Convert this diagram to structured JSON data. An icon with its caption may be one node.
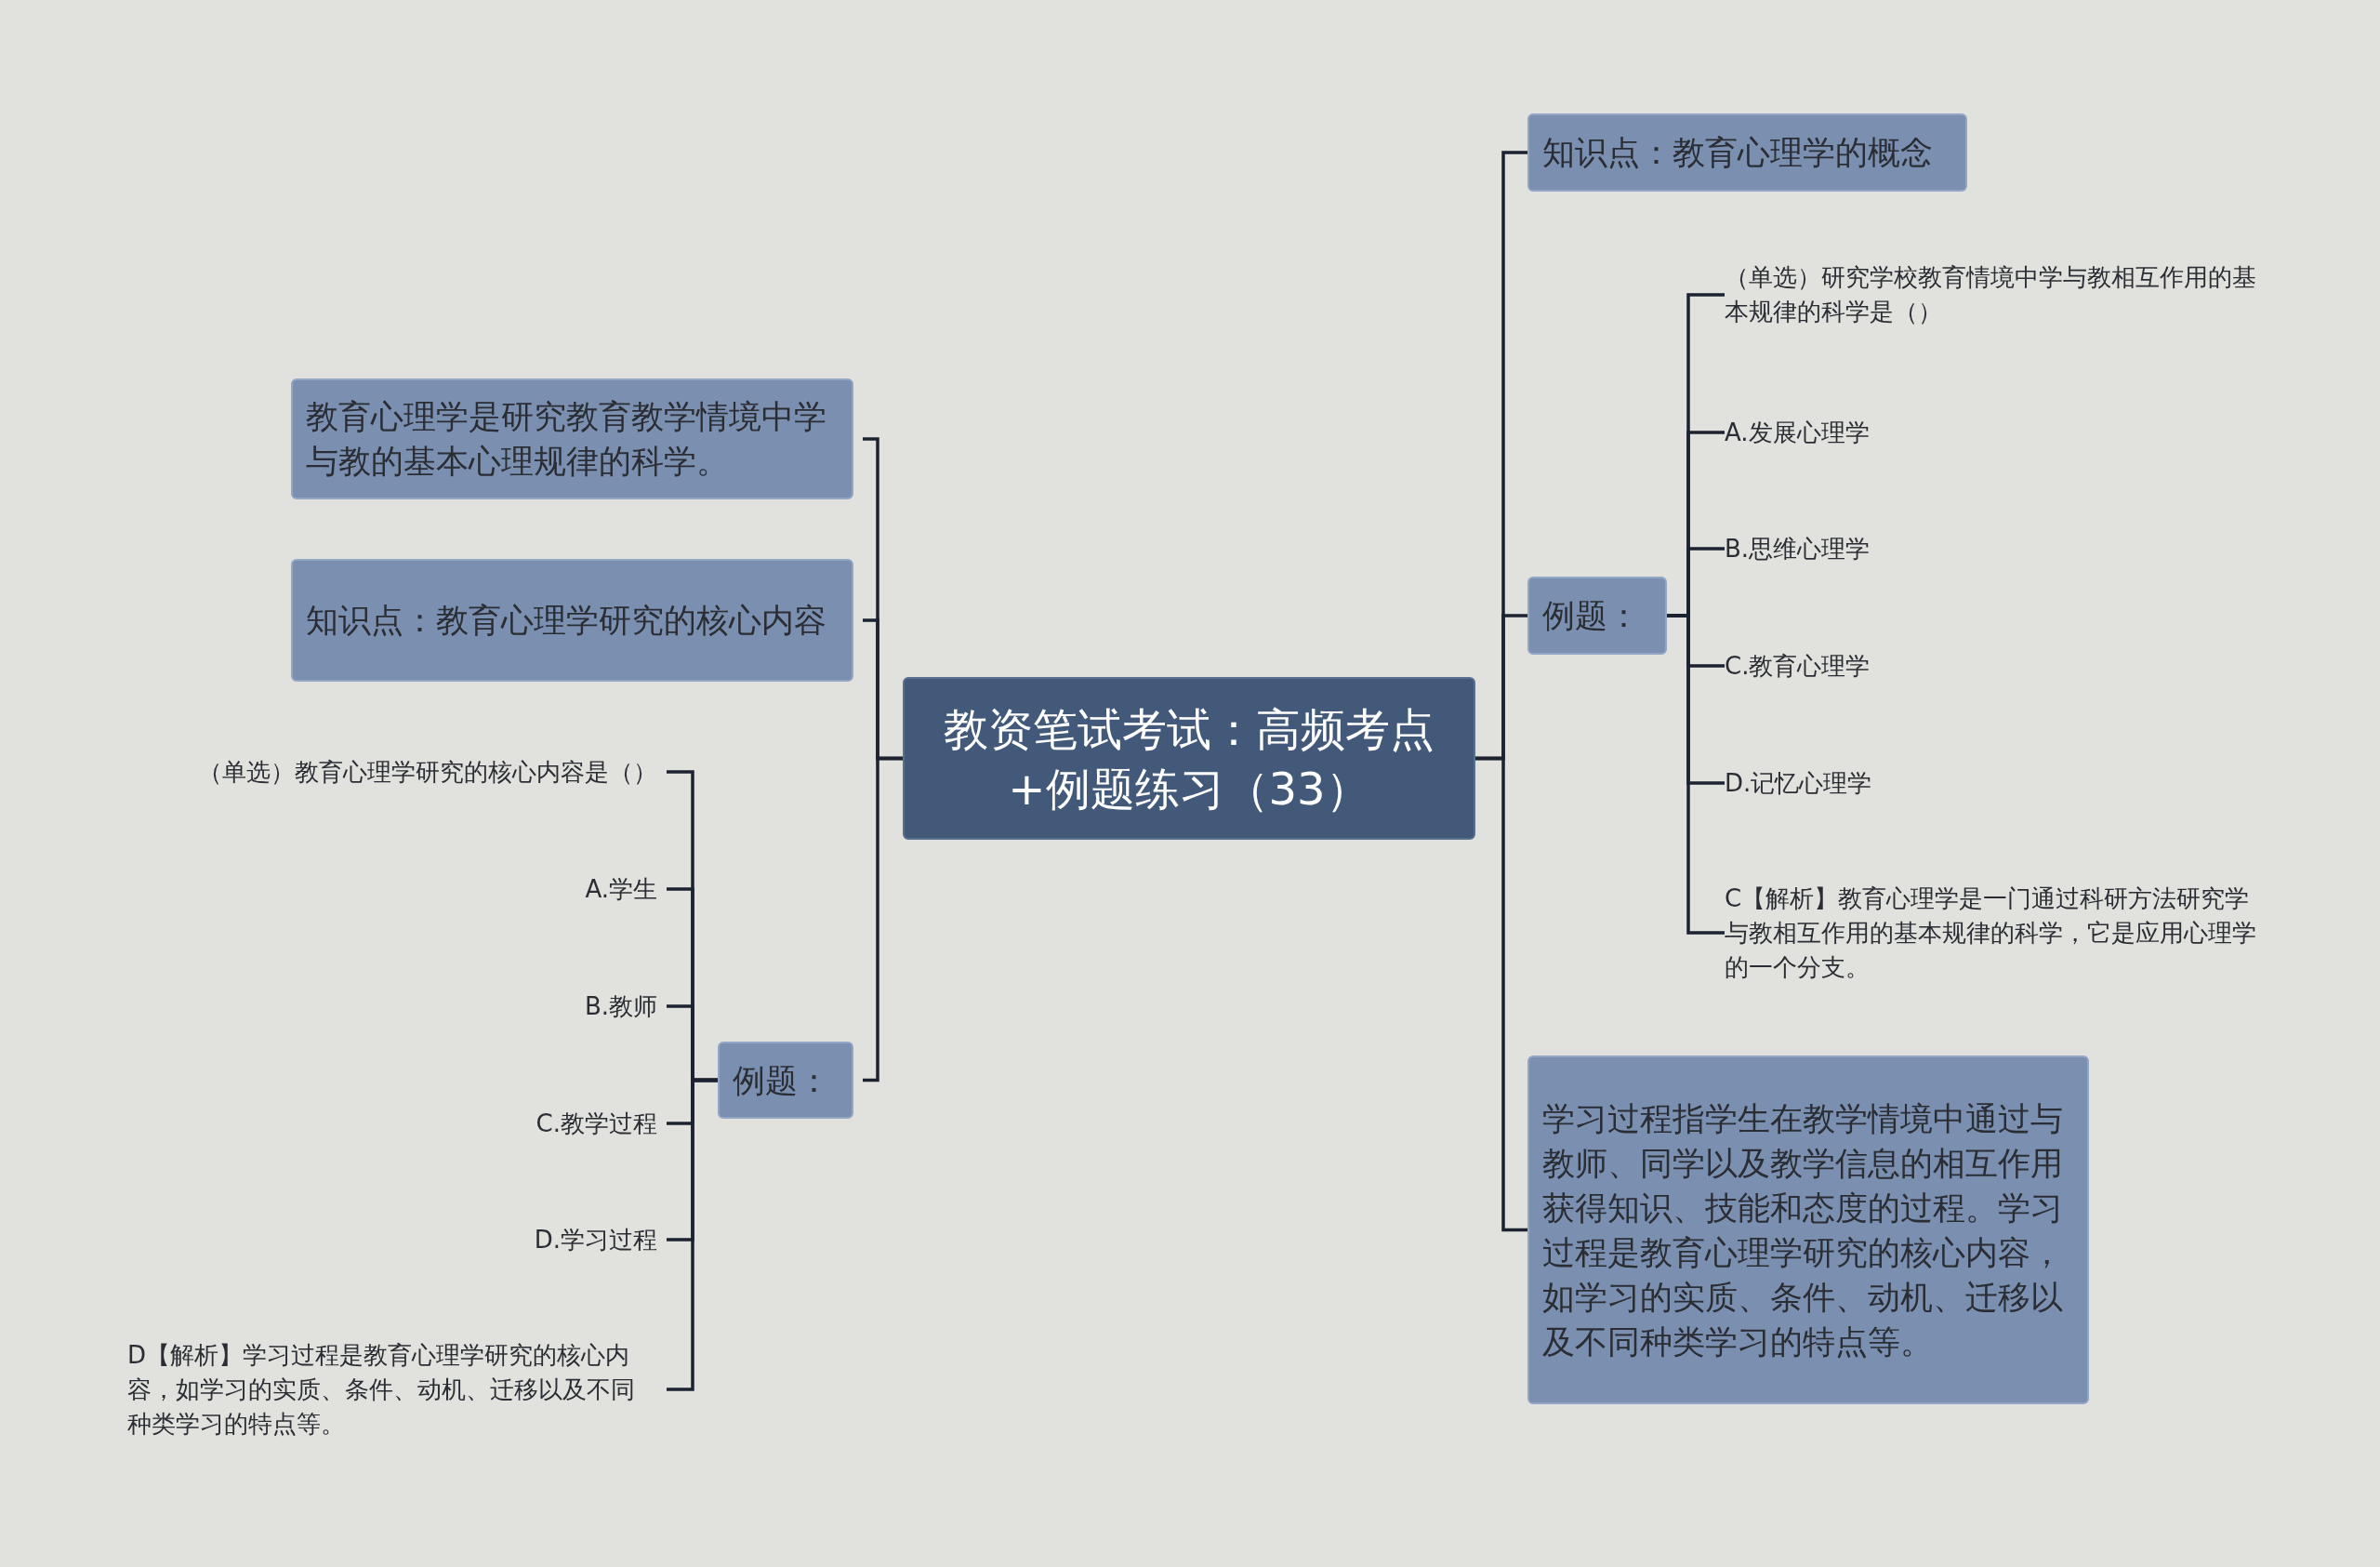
{
  "diagram": {
    "nodes": [
      {
        "text": [
          "教资笔试考试：高频考点+例题练习（33）"
        ]
      },
      {
        "text": [
          "教育心理学是研究教育教学情境中学与教的基本心理规律的科学。"
        ]
      },
      {
        "text": [
          "知识点：教育心理学研究的核心内容"
        ]
      },
      {
        "text": [
          "例题："
        ]
      },
      {
        "text": [
          "（单选）教育心理学研究的核心内容是（）"
        ]
      },
      {
        "text": [
          "A.学生"
        ]
      },
      {
        "text": [
          "B.教师"
        ]
      },
      {
        "text": [
          "C.教学过程"
        ]
      },
      {
        "text": [
          "D.学习过程"
        ]
      },
      {
        "text": [
          "D【解析】学习过程是教育心理学研究的核心内容，如学习的实质、条件、动机、迁移以及不同种类学习的特点等。"
        ]
      },
      {
        "text": [
          "知识点：教育心理学的概念"
        ]
      },
      {
        "text": [
          "例题："
        ]
      },
      {
        "text": [
          "（单选）研究学校教育情境中学与教相互作用的基本规律的科学是（）"
        ]
      },
      {
        "text": [
          "A.发展心理学"
        ]
      },
      {
        "text": [
          "B.思维心理学"
        ]
      },
      {
        "text": [
          "C.教育心理学"
        ]
      },
      {
        "text": [
          "D.记忆心理学"
        ]
      },
      {
        "text": [
          "C【解析】教育心理学是一门通过科研方法研究学与教相互作用的基本规律的科学，它是应用心理学的一个分支。"
        ]
      },
      {
        "text": [
          "学习过程指学生在教学情境中通过与教师、同学以及教学信息的相互作用获得知识、技能和态度的过程。学习过程是教育心理学研究的核心内容，如学习的实质、条件、动机、迁移以及不同种类学习的特点等。"
        ]
      }
    ],
    "edges": [
      {
        "from": 0,
        "to": 1,
        "arrow": "none"
      },
      {
        "from": 0,
        "to": 2,
        "arrow": "none"
      },
      {
        "from": 0,
        "to": 3,
        "arrow": "none"
      },
      {
        "from": 3,
        "to": 4,
        "arrow": "none"
      },
      {
        "from": 3,
        "to": 5,
        "arrow": "none"
      },
      {
        "from": 3,
        "to": 6,
        "arrow": "none"
      },
      {
        "from": 3,
        "to": 7,
        "arrow": "none"
      },
      {
        "from": 3,
        "to": 8,
        "arrow": "none"
      },
      {
        "from": 3,
        "to": 9,
        "arrow": "none"
      },
      {
        "from": 0,
        "to": 10,
        "arrow": "none"
      },
      {
        "from": 0,
        "to": 11,
        "arrow": "none"
      },
      {
        "from": 11,
        "to": 12,
        "arrow": "none"
      },
      {
        "from": 11,
        "to": 13,
        "arrow": "none"
      },
      {
        "from": 11,
        "to": 14,
        "arrow": "none"
      },
      {
        "from": 11,
        "to": 15,
        "arrow": "none"
      },
      {
        "from": 11,
        "to": 16,
        "arrow": "none"
      },
      {
        "from": 11,
        "to": 17,
        "arrow": "none"
      },
      {
        "from": 0,
        "to": 18,
        "arrow": "none"
      }
    ]
  }
}
